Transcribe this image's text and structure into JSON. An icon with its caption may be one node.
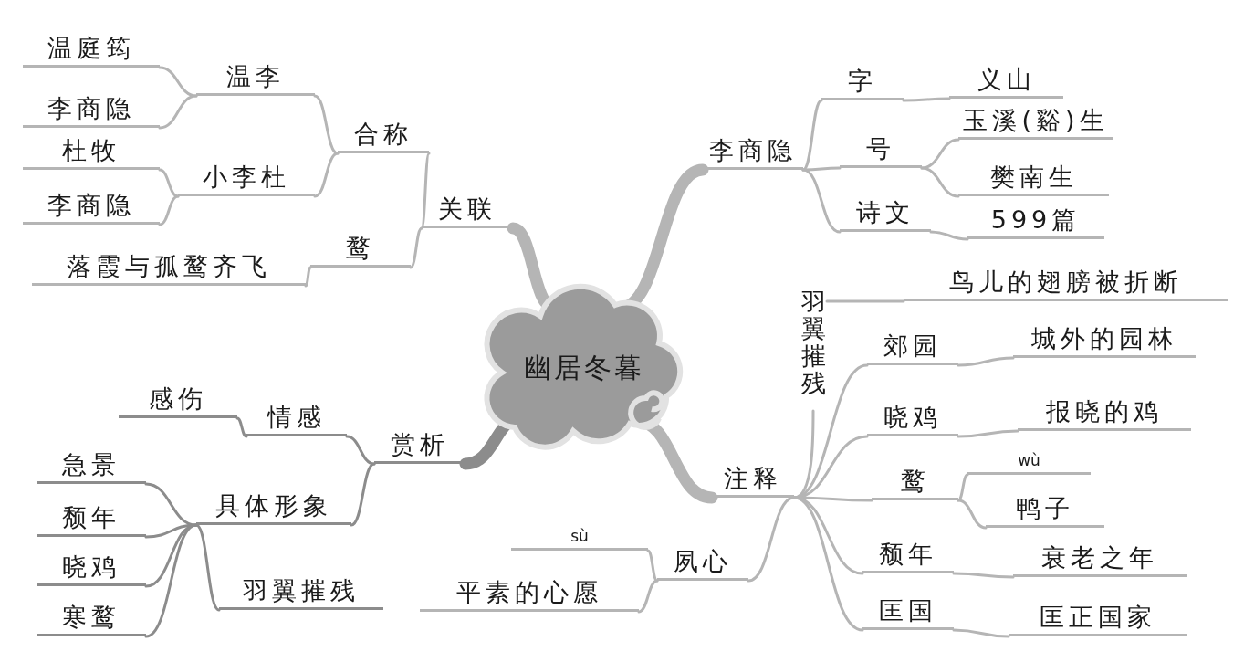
{
  "diagram": {
    "nodes": [
      {
        "text": [
          "幽居冬暮"
        ]
      },
      {
        "text": [
          "关联"
        ]
      },
      {
        "text": [
          "合称"
        ]
      },
      {
        "text": [
          "温李"
        ]
      },
      {
        "text": [
          "温庭筠"
        ]
      },
      {
        "text": [
          "李商隐"
        ]
      },
      {
        "text": [
          "小李杜"
        ]
      },
      {
        "text": [
          "杜牧"
        ]
      },
      {
        "text": [
          "李商隐"
        ]
      },
      {
        "text": [
          "鹜"
        ]
      },
      {
        "text": [
          "落霞与孤鹜齐飞"
        ]
      },
      {
        "text": [
          "李商隐"
        ]
      },
      {
        "text": [
          "字"
        ]
      },
      {
        "text": [
          "义山"
        ]
      },
      {
        "text": [
          "号"
        ]
      },
      {
        "text": [
          "玉溪(谿)生"
        ]
      },
      {
        "text": [
          "樊南生"
        ]
      },
      {
        "text": [
          "诗文"
        ]
      },
      {
        "text": [
          "599篇"
        ]
      },
      {
        "text": [
          "赏析"
        ]
      },
      {
        "text": [
          "情感"
        ]
      },
      {
        "text": [
          "感伤"
        ]
      },
      {
        "text": [
          "具体形象"
        ]
      },
      {
        "text": [
          "急景"
        ]
      },
      {
        "text": [
          "颓年"
        ]
      },
      {
        "text": [
          "晓鸡"
        ]
      },
      {
        "text": [
          "寒鹜"
        ]
      },
      {
        "text": [
          "羽翼摧残"
        ]
      },
      {
        "text": [
          "注释"
        ]
      },
      {
        "text": [
          "羽翼摧残"
        ]
      },
      {
        "text": [
          "鸟儿的翅膀被折断"
        ]
      },
      {
        "text": [
          "郊园"
        ]
      },
      {
        "text": [
          "城外的园林"
        ]
      },
      {
        "text": [
          "晓鸡"
        ]
      },
      {
        "text": [
          "报晓的鸡"
        ]
      },
      {
        "text": [
          "鹜"
        ]
      },
      {
        "text": [
          "wù"
        ]
      },
      {
        "text": [
          "鸭子"
        ]
      },
      {
        "text": [
          "颓年"
        ]
      },
      {
        "text": [
          "衰老之年"
        ]
      },
      {
        "text": [
          "匡国"
        ]
      },
      {
        "text": [
          "匡正国家"
        ]
      },
      {
        "text": [
          "夙心"
        ]
      },
      {
        "text": [
          "sù"
        ]
      },
      {
        "text": [
          "平素的心愿"
        ]
      }
    ],
    "edges": [
      {
        "from": 0,
        "to": 1,
        "arrow": "none",
        "style": "thick"
      },
      {
        "from": 1,
        "to": 2,
        "arrow": "none"
      },
      {
        "from": 2,
        "to": 3,
        "arrow": "none"
      },
      {
        "from": 3,
        "to": 4,
        "arrow": "none"
      },
      {
        "from": 3,
        "to": 5,
        "arrow": "none"
      },
      {
        "from": 2,
        "to": 6,
        "arrow": "none"
      },
      {
        "from": 6,
        "to": 7,
        "arrow": "none"
      },
      {
        "from": 6,
        "to": 8,
        "arrow": "none"
      },
      {
        "from": 1,
        "to": 9,
        "arrow": "none"
      },
      {
        "from": 9,
        "to": 10,
        "arrow": "none"
      },
      {
        "from": 0,
        "to": 11,
        "arrow": "none",
        "style": "thick"
      },
      {
        "from": 11,
        "to": 12,
        "arrow": "none"
      },
      {
        "from": 12,
        "to": 13,
        "arrow": "none"
      },
      {
        "from": 11,
        "to": 14,
        "arrow": "none"
      },
      {
        "from": 14,
        "to": 15,
        "arrow": "none"
      },
      {
        "from": 14,
        "to": 16,
        "arrow": "none"
      },
      {
        "from": 11,
        "to": 17,
        "arrow": "none"
      },
      {
        "from": 17,
        "to": 18,
        "arrow": "none"
      },
      {
        "from": 0,
        "to": 19,
        "arrow": "none",
        "style": "thick",
        "color": "#8c8c8c"
      },
      {
        "from": 19,
        "to": 20,
        "arrow": "none",
        "color": "#8c8c8c"
      },
      {
        "from": 20,
        "to": 21,
        "arrow": "none",
        "color": "#8c8c8c"
      },
      {
        "from": 19,
        "to": 22,
        "arrow": "none",
        "color": "#8c8c8c"
      },
      {
        "from": 22,
        "to": 23,
        "arrow": "none",
        "color": "#8c8c8c"
      },
      {
        "from": 22,
        "to": 24,
        "arrow": "none",
        "color": "#8c8c8c"
      },
      {
        "from": 22,
        "to": 25,
        "arrow": "none",
        "color": "#8c8c8c"
      },
      {
        "from": 22,
        "to": 26,
        "arrow": "none",
        "color": "#8c8c8c"
      },
      {
        "from": 22,
        "to": 27,
        "arrow": "none",
        "color": "#8c8c8c"
      },
      {
        "from": 0,
        "to": 28,
        "arrow": "none",
        "style": "thick"
      },
      {
        "from": 28,
        "to": 29,
        "arrow": "none"
      },
      {
        "from": 29,
        "to": 30,
        "arrow": "none"
      },
      {
        "from": 28,
        "to": 31,
        "arrow": "none"
      },
      {
        "from": 31,
        "to": 32,
        "arrow": "none"
      },
      {
        "from": 28,
        "to": 33,
        "arrow": "none"
      },
      {
        "from": 33,
        "to": 34,
        "arrow": "none"
      },
      {
        "from": 28,
        "to": 35,
        "arrow": "none"
      },
      {
        "from": 35,
        "to": 36,
        "arrow": "none"
      },
      {
        "from": 35,
        "to": 37,
        "arrow": "none"
      },
      {
        "from": 28,
        "to": 38,
        "arrow": "none"
      },
      {
        "from": 38,
        "to": 39,
        "arrow": "none"
      },
      {
        "from": 28,
        "to": 40,
        "arrow": "none"
      },
      {
        "from": 40,
        "to": 41,
        "arrow": "none"
      },
      {
        "from": 28,
        "to": 42,
        "arrow": "none"
      },
      {
        "from": 42,
        "to": 43,
        "arrow": "none"
      },
      {
        "from": 42,
        "to": 44,
        "arrow": "none"
      }
    ]
  }
}
